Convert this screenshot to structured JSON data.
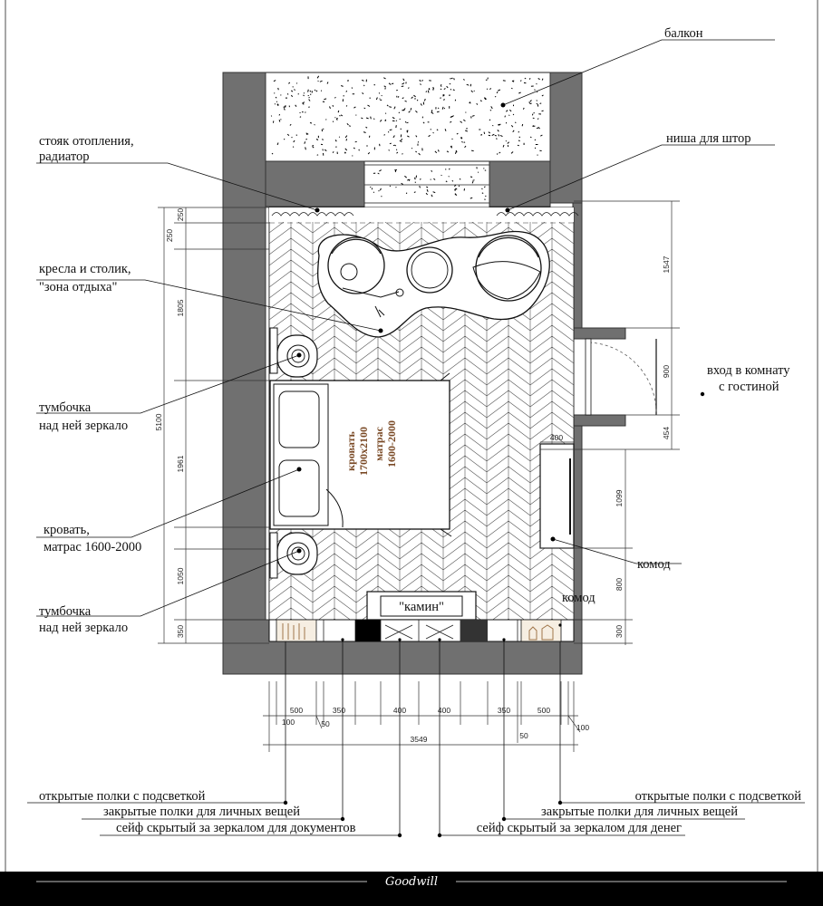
{
  "labels": {
    "balcony": "балкон",
    "heating_riser": [
      "стояк отопления,",
      "радиатор"
    ],
    "curtain_niche": "ниша для штор",
    "armchairs": [
      "кресла и столик,",
      "\"зона отдыха\""
    ],
    "entrance": [
      "вход в комнату",
      "с гостиной"
    ],
    "nightstand_top": [
      "тумбочка",
      "над ней зеркало"
    ],
    "bed_mattress": [
      "кровать,",
      "матрас 1600-2000"
    ],
    "nightstand_bottom": [
      "тумбочка",
      "над ней зеркало"
    ],
    "dresser": "комод",
    "dresser_inside": "комод",
    "fireplace": "\"камин\"",
    "bed_text": [
      "кровать",
      "1700х2100",
      "матрас",
      "1600-2000"
    ],
    "open_shelves_left": "открытые полки с подсветкой",
    "closed_shelves_left": "закрытые полки для личных вещей",
    "safe_docs": "сейф скрытый за зеркалом для документов",
    "open_shelves_right": "открытые полки с подсветкой",
    "closed_shelves_right": "закрытые полки для личных вещей",
    "safe_money": "сейф скрытый за зеркалом для денег"
  },
  "dimensions": {
    "left_250": "250",
    "left_250b": "250",
    "left_1805": "1805",
    "left_5100": "5100",
    "left_1961": "1961",
    "left_1050": "1050",
    "left_350": "350",
    "right_1547": "1547",
    "right_900": "900",
    "right_454": "454",
    "right_1099": "1099",
    "right_800": "800",
    "right_300": "300",
    "right_400": "400",
    "bottom": [
      "500",
      "350",
      "400",
      "400",
      "350",
      "500"
    ],
    "bottom_100_left": "100",
    "bottom_50_left": "50",
    "bottom_100_right": "100",
    "bottom_50_right": "50",
    "total_width": "3549"
  },
  "footer": {
    "logo": "Goodwill"
  },
  "colors": {
    "wall": "#707070",
    "footer_bg": "#000000",
    "dimension_line": "#333333",
    "bed_text": "#7a4a26"
  }
}
